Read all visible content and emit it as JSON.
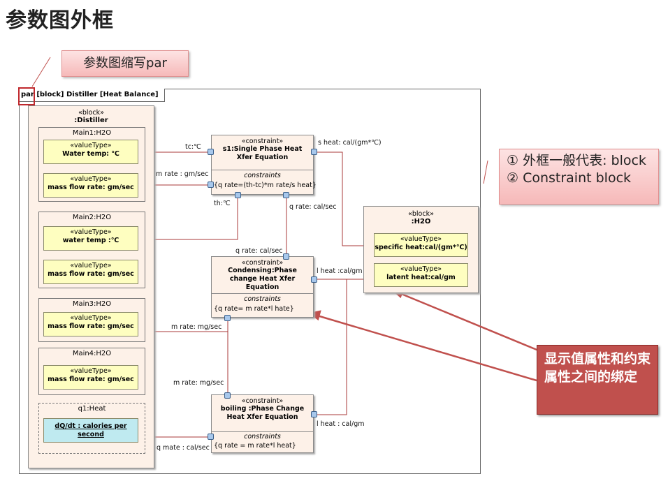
{
  "page_title": "参数图外框",
  "callout_abbrev": "参数图缩写par",
  "frame_header": {
    "kind": "par",
    "rest": "[block] Distiller [Heat Balance]"
  },
  "distiller": {
    "stereotype": "«block»",
    "name": ":Distiller",
    "parts": [
      {
        "title": "Main1:H2O",
        "values": [
          {
            "stereo": "«valueType»",
            "name": "Water temp: ℃"
          },
          {
            "stereo": "«valueType»",
            "name": "mass flow rate: gm/sec"
          }
        ]
      },
      {
        "title": "Main2:H2O",
        "values": [
          {
            "stereo": "«valueType»",
            "name": "water temp :℃"
          },
          {
            "stereo": "«valueType»",
            "name": "mass flow rate: gm/sec"
          }
        ]
      },
      {
        "title": "Main3:H2O",
        "values": [
          {
            "stereo": "«valueType»",
            "name": "mass flow rate: gm/sec"
          }
        ]
      },
      {
        "title": "Main4:H2O",
        "values": [
          {
            "stereo": "«valueType»",
            "name": "mass flow rate: gm/sec"
          }
        ]
      }
    ],
    "heat": {
      "title": "q1:Heat",
      "value": "dQ/dt : calories per second"
    }
  },
  "constraints": {
    "s1": {
      "stereo": "«constraint»",
      "name": "s1:Single Phase Heat Xfer Equation",
      "section": "constraints",
      "expr": "{q rate=(th-tc)*m rate/s heat}"
    },
    "condensing": {
      "stereo": "«constraint»",
      "name": "Condensing:Phase change Heat Xfer Equation",
      "section": "constraints",
      "expr": "{q rate= m rate*l hate}"
    },
    "boiling": {
      "stereo": "«constraint»",
      "name": "boiling :Phase Change Heat Xfer Equation",
      "section": "constraints",
      "expr": "{q rate = m rate*l heat}"
    }
  },
  "h2o_block": {
    "stereotype": "«block»",
    "name": ":H2O",
    "values": [
      {
        "stereo": "«valueType»",
        "name": "specific heat:cal/(gm*℃)"
      },
      {
        "stereo": "«valueType»",
        "name": "latent heat:cal/gm"
      }
    ]
  },
  "port_labels": {
    "tc": "tc:℃",
    "m_rate_s1": "m rate : gm/sec",
    "th": "th:℃",
    "s_heat": "s heat: cal/(gm*℃)",
    "q_rate_s1": "q rate: cal/sec",
    "q_rate_cond": "q rate: cal/sec",
    "l_heat_cond": "l heat :cal/gm",
    "m_rate_cond": "m rate: mg/sec",
    "m_rate_boil": "m rate: mg/sec",
    "l_heat_boil": "l heat : cal/gm",
    "q_mate": "q mate : cal/sec"
  },
  "note_items": [
    "① 外框一般代表: block",
    "② Constraint block"
  ],
  "binding_note": "显示值属性和约束属性之间的绑定",
  "colors": {
    "arrow": "#c0504d",
    "connector": "#a83a3a",
    "port": "#a8c8ec",
    "value_type": "#fefec0",
    "heat_value": "#bfeaf0"
  }
}
